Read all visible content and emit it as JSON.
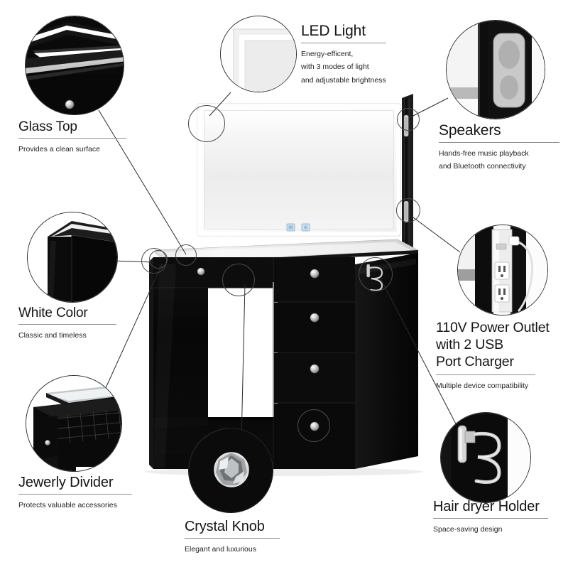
{
  "page": {
    "kind": "product-feature-infographic",
    "product": "LED lighted vanity table with mirror, drawers and speakers",
    "background_color": "#ffffff",
    "text_color": "#141414",
    "rule_color": "#8e8e8e"
  },
  "callouts": [
    {
      "id": "glass-top",
      "title": "Glass Top",
      "subtitle": "Provides a clean surface",
      "detail_image": "close-up of glossy glass tabletop edge with silver knob"
    },
    {
      "id": "led-light",
      "title": "LED Light",
      "subtitle": "Energy-efficent,\nwith 3 modes of light\nand adjustable brightness",
      "detail_image": "close-up of illuminated mirror corner"
    },
    {
      "id": "speakers",
      "title": "Speakers",
      "subtitle": "Hands-free music playback\nand Bluetooth connectivity",
      "detail_image": "close-up of speaker grille on black side post"
    },
    {
      "id": "white-color",
      "title": "White Color",
      "subtitle": "Classic and timeless",
      "detail_image": "close-up of glossy panel corner"
    },
    {
      "id": "power-outlet",
      "title": "110V Power Outlet\nwith 2 USB\nPort Charger",
      "subtitle": "Multiple device compatibility",
      "detail_image": "close-up of power strip with two outlets and plug"
    },
    {
      "id": "jewelry-divider",
      "title": "Jewerly Divider",
      "subtitle": "Protects valuable accessories",
      "detail_image": "close-up of open drawer with jewelry compartments"
    },
    {
      "id": "crystal-knob",
      "title": "Crystal Knob",
      "subtitle": "Elegant and luxurious",
      "detail_image": "close-up of faceted crystal drawer knob"
    },
    {
      "id": "hair-dryer-holder",
      "title": "Hair dryer Holder",
      "subtitle": "Space-saving design",
      "detail_image": "close-up of coiled metal hair dryer holder"
    }
  ],
  "product_parts": {
    "mirror": "large rectangular LED backlit mirror",
    "touch_controls": [
      "light-mode-touch-button",
      "brightness-touch-button"
    ],
    "side_post": "black vertical post with two speaker grilles",
    "desk": "black glossy vanity desk",
    "left_drawer_count": 1,
    "right_drawer_count": 4,
    "knob_style": "crystal"
  }
}
